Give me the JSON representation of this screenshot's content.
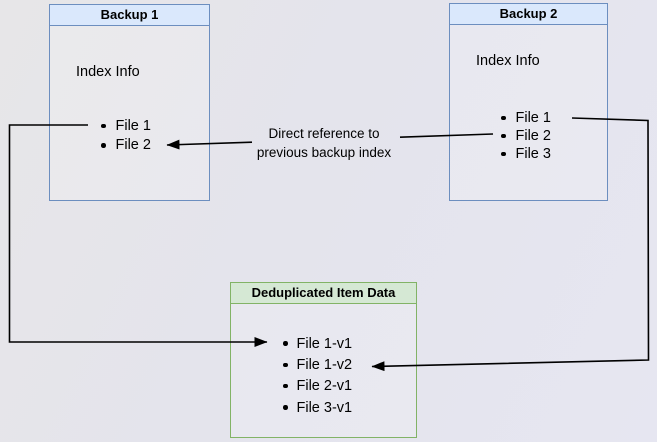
{
  "backup1": {
    "title": "Backup 1",
    "subtitle": "Index Info",
    "items": [
      "File 1",
      "File 2"
    ]
  },
  "backup2": {
    "title": "Backup 2",
    "subtitle": "Index Info",
    "items": [
      "File 1",
      "File 2",
      "File 3"
    ]
  },
  "dedup": {
    "title": "Deduplicated Item Data",
    "items": [
      "File 1-v1",
      "File 1-v2",
      "File 2-v1",
      "File 3-v1"
    ]
  },
  "annotation": {
    "line1": "Direct reference to",
    "line2": "previous backup index"
  },
  "colors": {
    "background": "#e5e5ee",
    "blue_fill": "#dae8fc",
    "blue_border": "#6c8ebf",
    "green_fill": "#d5e8d4",
    "green_border": "#82b366",
    "arrow": "#000000",
    "text": "#000000"
  }
}
